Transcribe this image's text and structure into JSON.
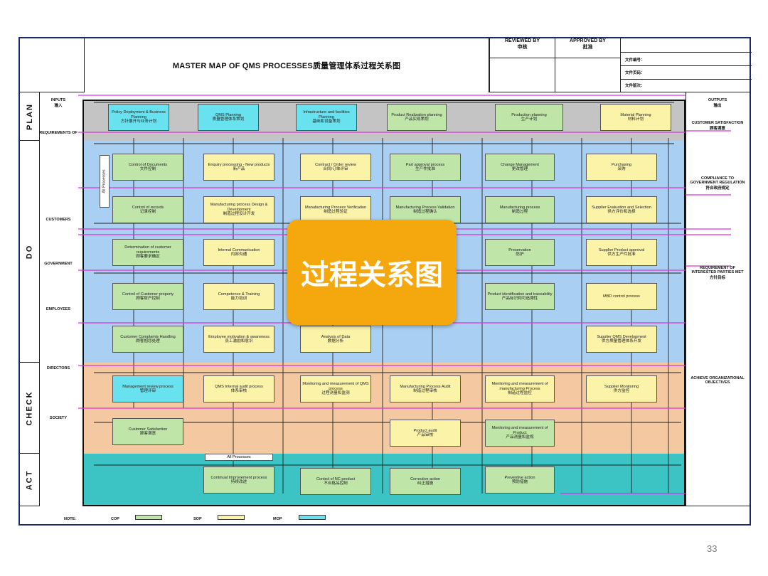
{
  "header": {
    "title": "MASTER MAP OF QMS PROCESSES质量管理体系过程关系图",
    "reviewed_by": "REVIEWED BY",
    "reviewed_name": "申核",
    "approved_by": "APPROVED BY",
    "approved_name": "批准",
    "doc_no": "文件编号：",
    "revision": "文件页码：",
    "version": "文件版次："
  },
  "phases": {
    "plan": "PLAN",
    "do": "DO",
    "check": "CHECK",
    "act": "ACT"
  },
  "inputs": {
    "title": "INPUTS",
    "title_cn": "输入",
    "items": [
      "REQUIREMENTS OF",
      "CUSTOMERS",
      "GOVERNMENT",
      "EMPLOYEES",
      "DIRECTORS",
      "SOCIETY"
    ]
  },
  "outputs": {
    "title": "OUTPUTS",
    "title_cn": "输出",
    "items": [
      {
        "en": "CUSTOMER SATISFACTION",
        "cn": "顾客满意"
      },
      {
        "en": "COMPLIANCE TO GOVERNMENT REGULATION",
        "cn": "符合政府规定"
      },
      {
        "en": "REQUIREMENT OF INTERESTED PARTIES MET",
        "cn": "方针目标"
      },
      {
        "en": "ACHIEVE ORGANIZATIONAL OBJECTIVES",
        "cn": ""
      }
    ]
  },
  "processes": {
    "plan": [
      {
        "en": "Policy Deployment & Business Planning",
        "cn": "方针展开与业务计划",
        "type": "mop"
      },
      {
        "en": "QMS Planning",
        "cn": "质量管理体系策划",
        "type": "mop"
      },
      {
        "en": "Infrastructure and facilities Planning",
        "cn": "基础和设备策划",
        "type": "mop"
      },
      {
        "en": "Product Realization planning",
        "cn": "产品实现策划",
        "type": "cop"
      },
      {
        "en": "Production planning",
        "cn": "生产计划",
        "type": "cop"
      },
      {
        "en": "Material Planning",
        "cn": "材料计划",
        "type": "sop"
      }
    ],
    "all_processes_vertical": "All Processes",
    "do": [
      {
        "en": "Control of Documents",
        "cn": "文件控制",
        "type": "cop"
      },
      {
        "en": "Enquiry processing - New products",
        "cn": "新产品",
        "type": "sop"
      },
      {
        "en": "Contract / Order review",
        "cn": "合同/订单评审",
        "type": "sop"
      },
      {
        "en": "Part approval process",
        "cn": "生产件批准",
        "type": "cop"
      },
      {
        "en": "Change Management",
        "cn": "更改管理",
        "type": "cop"
      },
      {
        "en": "Purchasing",
        "cn": "采购",
        "type": "sop"
      },
      {
        "en": "Control of records",
        "cn": "记录控制",
        "type": "cop"
      },
      {
        "en": "Manufacturing process Design & Development",
        "cn": "制造过程设计开发",
        "type": "sop"
      },
      {
        "en": "Manufacturing Process Verification",
        "cn": "制造过程验证",
        "type": "sop"
      },
      {
        "en": "Manufacturing Process Validation",
        "cn": "制造过程确认",
        "type": "cop"
      },
      {
        "en": "Manufacturing process",
        "cn": "制造过程",
        "type": "cop"
      },
      {
        "en": "Supplier Evaluation and Selection",
        "cn": "供方评价和选择",
        "type": "sop"
      },
      {
        "en": "Determination of customer requirements",
        "cn": "顾客要求确定",
        "type": "cop"
      },
      {
        "en": "Internal Communication",
        "cn": "内部沟通",
        "type": "sop"
      },
      {
        "en": "Preservation",
        "cn": "防护",
        "type": "cop"
      },
      {
        "en": "Supplier Product approval",
        "cn": "供方生产件批准",
        "type": "sop"
      },
      {
        "en": "Control of Customer property",
        "cn": "顾客财产控制",
        "type": "cop"
      },
      {
        "en": "Competence & Training",
        "cn": "能力培训",
        "type": "sop"
      },
      {
        "en": "Product identification and traceability",
        "cn": "产品标识和可追溯性",
        "type": "cop"
      },
      {
        "en": "MBD control process",
        "cn": "",
        "type": "sop"
      },
      {
        "en": "Customer Complaints Handling",
        "cn": "顾客抱怨处理",
        "type": "cop"
      },
      {
        "en": "Employee motivation & awareness",
        "cn": "员工激励和意识",
        "type": "sop"
      },
      {
        "en": "Analysis of Data",
        "cn": "数据分析",
        "type": "sop"
      },
      {
        "en": "Supplier QMS Development",
        "cn": "供方质量管理体系开发",
        "type": "sop"
      }
    ],
    "check": [
      {
        "en": "Management review process",
        "cn": "管理评审",
        "type": "mop"
      },
      {
        "en": "QMS Internal audit process",
        "cn": "体系审核",
        "type": "sop"
      },
      {
        "en": "Monitoring and measurement of QMS process",
        "cn": "过程测量和监测",
        "type": "sop"
      },
      {
        "en": "Manufacturing Process Audit",
        "cn": "制造过程审核",
        "type": "sop"
      },
      {
        "en": "Monitoring and measurement of manufacturing Process",
        "cn": "制造过程监控",
        "type": "sop"
      },
      {
        "en": "Supplier Monitoring",
        "cn": "供方监控",
        "type": "sop"
      },
      {
        "en": "Customer Satisfaction",
        "cn": "顾客满意",
        "type": "cop"
      },
      {
        "en": "Product audit",
        "cn": "产品审核",
        "type": "sop"
      },
      {
        "en": "Monitoring and measurement of Product",
        "cn": "产品测量和监视",
        "type": "cop"
      }
    ],
    "act": {
      "all_processes": "All Processes",
      "items": [
        {
          "en": "Continual Improvement process",
          "cn": "持续改进",
          "type": "cop"
        },
        {
          "en": "Control of NC product",
          "cn": "不合格品控制",
          "type": "cop"
        },
        {
          "en": "Corrective action",
          "cn": "纠正措施",
          "type": "cop"
        },
        {
          "en": "Preventive action",
          "cn": "预防措施",
          "type": "cop"
        }
      ]
    }
  },
  "legend": {
    "note": "NOTE:",
    "cop": "COP",
    "sop": "SOP",
    "mop": "MOP"
  },
  "overlay": "过程关系图",
  "page_number": "33",
  "colors": {
    "cop": "#bfe6a8",
    "sop": "#fbf3a8",
    "mop": "#68e2ee",
    "plan_band": "#c4c4c4",
    "do_band": "#a9cff2",
    "check_band": "#f4c8a0",
    "act_band": "#3cc3c3",
    "arrow": "#dd33dd",
    "overlay": "#f4a80e"
  }
}
